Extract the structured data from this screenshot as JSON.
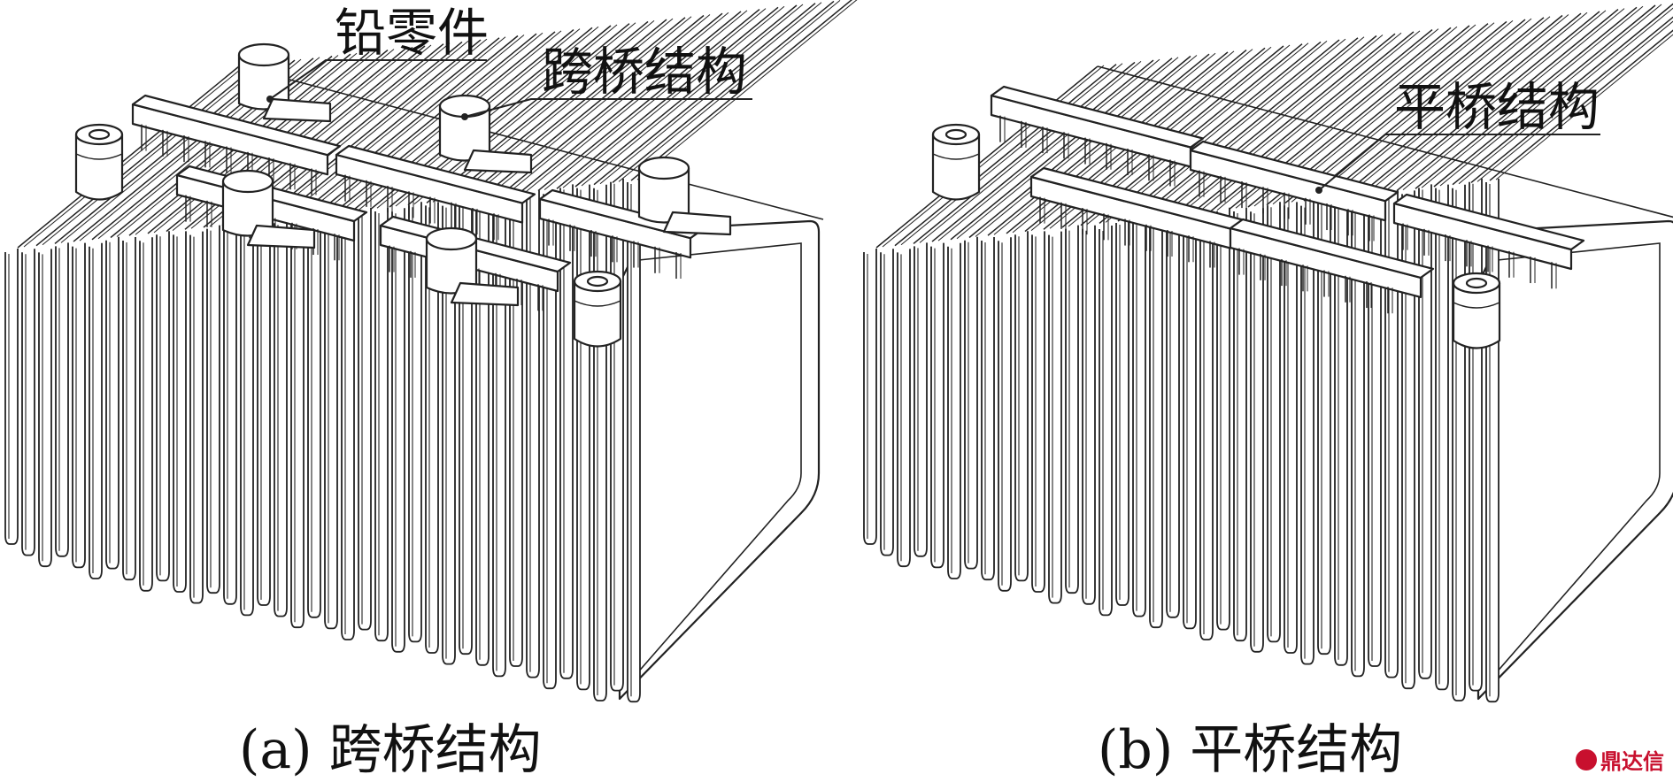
{
  "figure": {
    "panel_a": {
      "caption": "(a) 跨桥结构",
      "labels": {
        "lead_part": "铅零件",
        "bridge": "跨桥结构"
      }
    },
    "panel_b": {
      "caption": "(b) 平桥结构",
      "labels": {
        "bridge": "平桥结构"
      }
    },
    "watermark": "鼎达信"
  }
}
